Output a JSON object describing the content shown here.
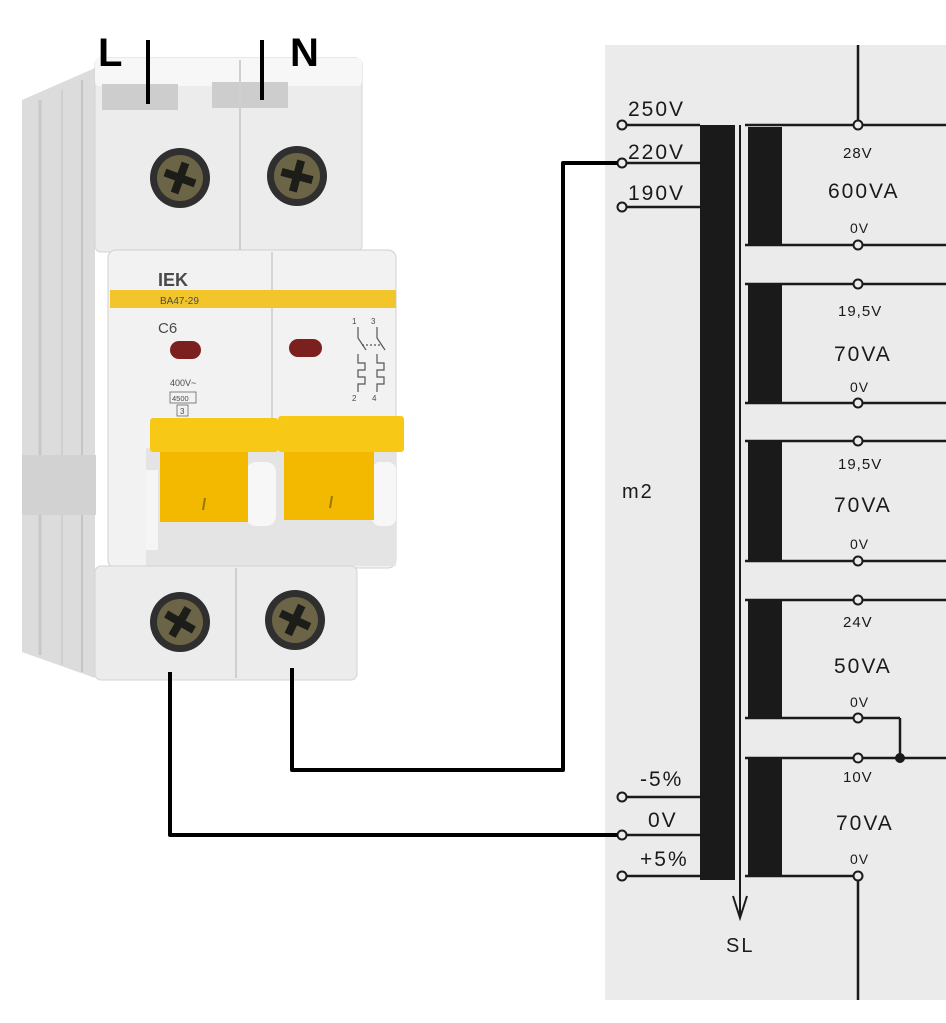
{
  "labels": {
    "line": "L",
    "neutral": "N"
  },
  "breaker": {
    "brand": "IEK",
    "model": "BA47-29",
    "curve_rating": "C6",
    "rated_voltage": "400V~",
    "breaking_capacity": "4500",
    "current_limiting_class": "3",
    "terminals": {
      "top_left": "1",
      "top_right": "3",
      "bottom_left": "2",
      "bottom_right": "4"
    }
  },
  "transformer": {
    "primary_taps": [
      "250V",
      "220V",
      "190V"
    ],
    "primary_adjust": [
      "-5%",
      "0V",
      "+5%"
    ],
    "core_label": "m2",
    "shield_label": "SL",
    "secondaries": [
      {
        "voltage": "28V",
        "power": "600VA",
        "common": "0V"
      },
      {
        "voltage": "19,5V",
        "power": "70VA",
        "common": "0V"
      },
      {
        "voltage": "19,5V",
        "power": "70VA",
        "common": "0V"
      },
      {
        "voltage": "24V",
        "power": "50VA",
        "common": "0V"
      },
      {
        "voltage": "10V",
        "power": "70VA",
        "common": "0V"
      }
    ]
  },
  "colors": {
    "wire": "#000000",
    "breaker_body": "#eeeeee",
    "toggle_yellow": "#f5c400",
    "indicator_red": "#7b1f1f",
    "schematic_paper": "#ebebeb",
    "schematic_ink": "#1a1a1a"
  }
}
